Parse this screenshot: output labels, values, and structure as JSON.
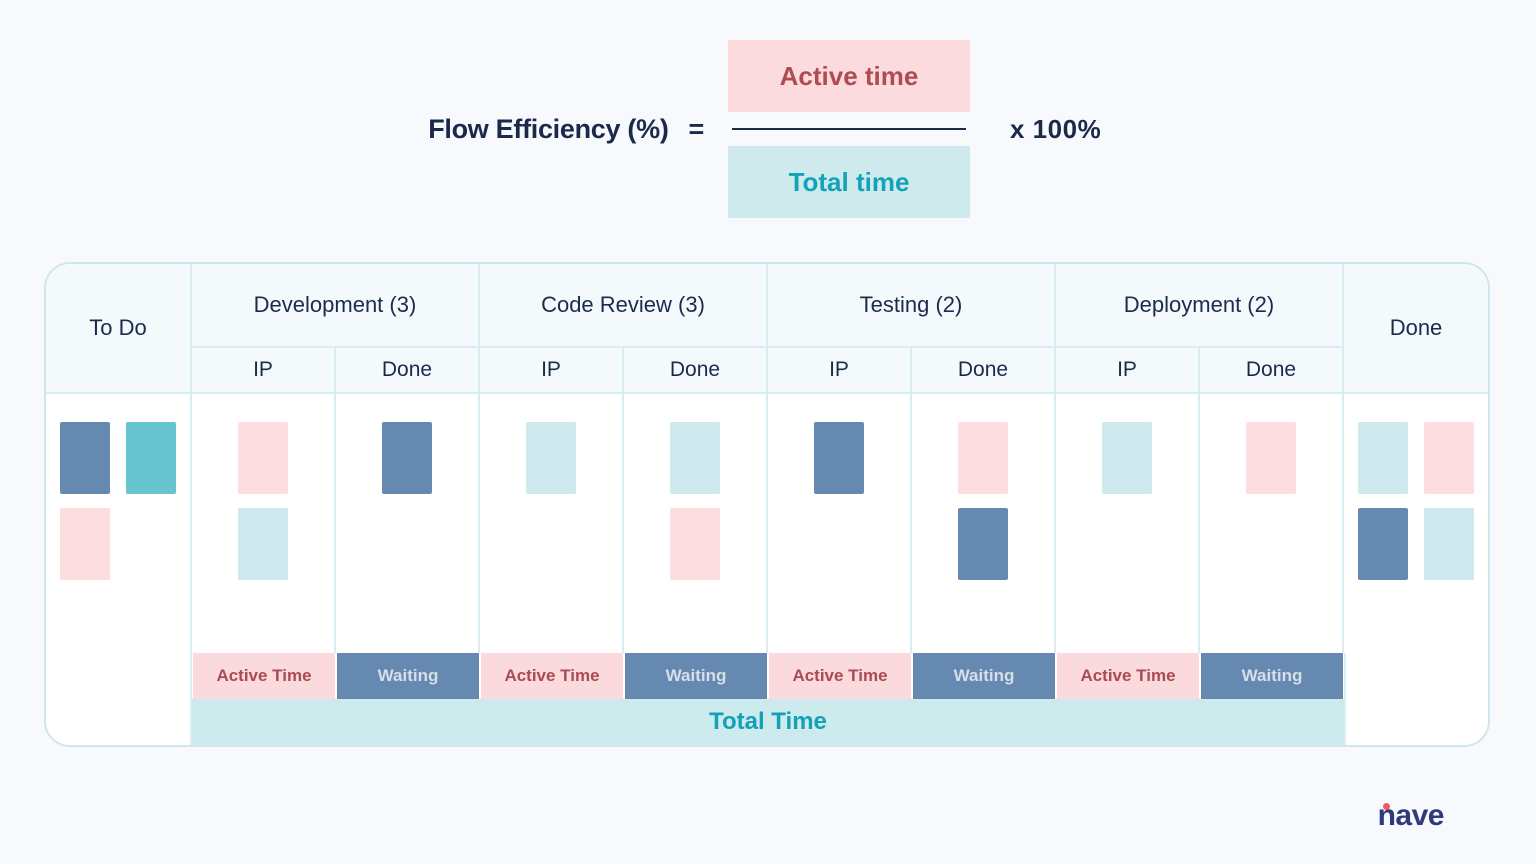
{
  "formula": {
    "label": "Flow Efficiency (%)",
    "equals": "=",
    "numerator": "Active time",
    "denominator": "Total time",
    "multiplier": "x 100%"
  },
  "board": {
    "columns": [
      {
        "title": "To Do"
      },
      {
        "title": "Development (3)",
        "sub": [
          "IP",
          "Done"
        ]
      },
      {
        "title": "Code Review (3)",
        "sub": [
          "IP",
          "Done"
        ]
      },
      {
        "title": "Testing (2)",
        "sub": [
          "IP",
          "Done"
        ]
      },
      {
        "title": "Deployment (2)",
        "sub": [
          "IP",
          "Done"
        ]
      },
      {
        "title": "Done"
      }
    ],
    "labels": {
      "active": "Active Time",
      "waiting": "Waiting",
      "total": "Total Time"
    },
    "cells": {
      "todo": {
        "cards": [
          "blue",
          "teal",
          "pink",
          null
        ]
      },
      "dev_ip": {
        "cards": [
          "pink",
          "lightteal"
        ]
      },
      "dev_done": {
        "cards": [
          "blue"
        ]
      },
      "cr_ip": {
        "cards": [
          "lightteal"
        ]
      },
      "cr_done": {
        "cards": [
          "lightteal",
          "pink"
        ]
      },
      "test_ip": {
        "cards": [
          "blue"
        ]
      },
      "test_done": {
        "cards": [
          "pink",
          "blue"
        ]
      },
      "dep_ip": {
        "cards": [
          "lightteal"
        ]
      },
      "dep_done": {
        "cards": [
          "pink"
        ]
      },
      "done": {
        "cards": [
          "lightteal",
          "pink",
          "blue",
          "lightteal"
        ]
      }
    }
  },
  "colors": {
    "cards": {
      "blue": "#6589b0",
      "teal": "#68c4cf",
      "pink": "#fcdee1",
      "lightteal": "#cee9ed"
    },
    "accent_navy": "#1b2a4a",
    "active_red": "#b04b52",
    "total_teal": "#13a3b9",
    "pink_bg": "#fcdbde",
    "lightteal_bg": "#cfeaec",
    "waiting_blue": "#6589b0"
  },
  "logo": {
    "text": "nave"
  }
}
